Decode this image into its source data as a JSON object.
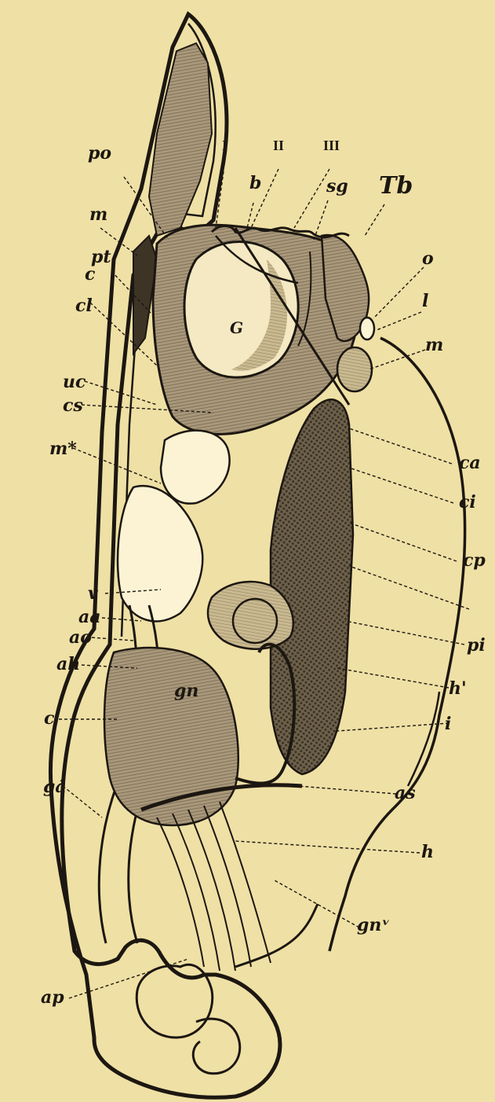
{
  "figure": {
    "colors": {
      "paper": "#efe0a5",
      "ink": "#1c1711",
      "tissue_mid": "#a9987a",
      "tissue_dark": "#6f624c",
      "tissue_light": "#c9b98f",
      "cavity": "#fbf3d4"
    },
    "labels": {
      "po": "po",
      "I": "I",
      "II": "II",
      "III": "III",
      "m_top": "m",
      "b": "b",
      "sg": "sg",
      "Tb": "Tb",
      "pt": "pt",
      "o": "o",
      "l": "l",
      "c_upper": "c",
      "m_right": "m",
      "cl": "cl",
      "G": "G",
      "uc": "uc",
      "cs": "cs",
      "ca": "ca",
      "ci": "ci",
      "m_star": "m*",
      "cp": "cp",
      "v": "v",
      "aa": "aa",
      "ao": "ao",
      "pi": "pi",
      "ah": "ah",
      "h_prime": "h'",
      "gn": "gn",
      "c_lower": "c",
      "i": "i",
      "g_prime": "gá",
      "as": "as",
      "h": "h",
      "ap": "ap",
      "gn_v": "gnᵛ"
    }
  }
}
